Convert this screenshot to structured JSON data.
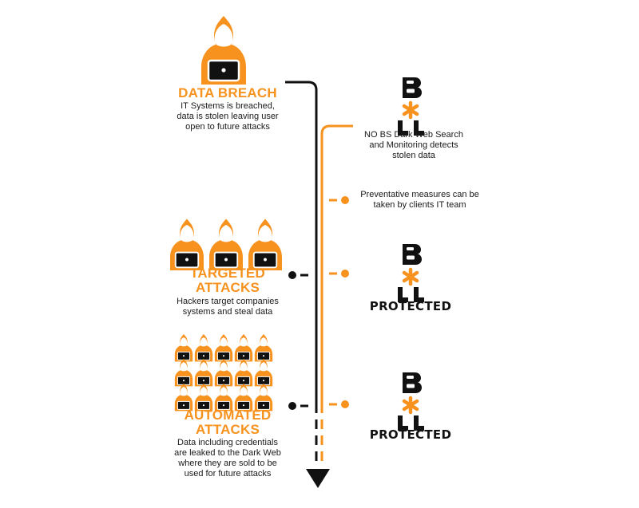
{
  "colors": {
    "accent": "#f7921e",
    "dark": "#111111",
    "white": "#ffffff"
  },
  "icons": {
    "hacker": "hooded-hacker-with-laptop-icon",
    "brand": "bs-asterisk-figure-icon"
  },
  "left": {
    "breach": {
      "title": "DATA BREACH",
      "desc_lines": [
        "IT Systems is breached,",
        "data is stolen leaving user",
        "open to future attacks"
      ]
    },
    "targeted": {
      "title_lines": [
        "TARGETED",
        "ATTACKS"
      ],
      "desc_lines": [
        "Hackers target companies",
        "systems and steal data"
      ]
    },
    "automated": {
      "title_lines": [
        "AUTOMATED",
        "ATTACKS"
      ],
      "desc_lines": [
        "Data including credentials",
        "are leaked to the Dark Web",
        "where they are sold to be",
        "used for future attacks"
      ]
    }
  },
  "right": {
    "monitoring": {
      "desc_lines": [
        "NO BS Dark Web Search",
        "and Monitoring detects",
        "stolen data"
      ]
    },
    "preventative": {
      "desc_lines": [
        "Preventative measures can be",
        "taken by clients IT team"
      ]
    },
    "protected_1": "PROTECTED",
    "protected_2": "PROTECTED"
  }
}
